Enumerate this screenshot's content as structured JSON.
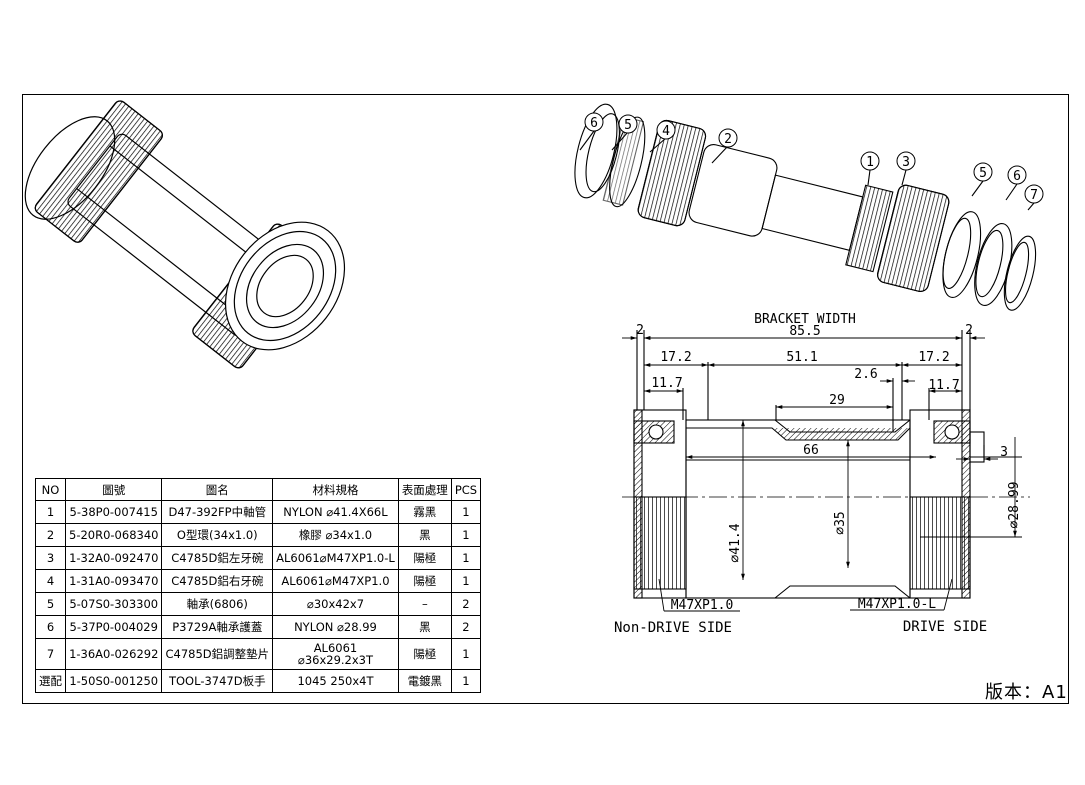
{
  "drawing": {
    "exploded_callouts": [
      "6",
      "5",
      "4",
      "2",
      "1",
      "3",
      "5",
      "6",
      "7"
    ],
    "dimensions": {
      "bracket_width_label": "BRACKET WIDTH",
      "bracket_width": "85.5",
      "flange_left": "2",
      "flange_right": "2",
      "left_cup": "17.2",
      "middle": "51.1",
      "right_cup": "17.2",
      "left_thread": "11.7",
      "right_thread": "11.7",
      "offset": "2.6",
      "inner_span": "29",
      "spindle": "66",
      "lip": "3",
      "dia_outer": "⌀41.4",
      "dia_inner": "⌀35",
      "dia_bore": "⌀28.99"
    },
    "thread_left": "M47XP1.0",
    "thread_right": "M47XP1.0-L",
    "side_left": "Non-DRIVE SIDE",
    "side_right": "DRIVE SIDE"
  },
  "bom": {
    "headers": [
      "NO",
      "圖號",
      "圖名",
      "材料規格",
      "表面處理",
      "PCS"
    ],
    "rows": [
      {
        "no": "1",
        "part": "5-38P0-007415",
        "name": "D47-392FP中軸管",
        "spec": "NYLON ⌀41.4X66L",
        "finish": "霧黑",
        "pcs": "1"
      },
      {
        "no": "2",
        "part": "5-20R0-068340",
        "name": "O型環(34x1.0)",
        "spec": "橡膠 ⌀34x1.0",
        "finish": "黑",
        "pcs": "1"
      },
      {
        "no": "3",
        "part": "1-32A0-092470",
        "name": "C4785D鋁左牙碗",
        "spec": "AL6061⌀M47XP1.0-L",
        "finish": "陽極",
        "pcs": "1"
      },
      {
        "no": "4",
        "part": "1-31A0-093470",
        "name": "C4785D鋁右牙碗",
        "spec": "AL6061⌀M47XP1.0",
        "finish": "陽極",
        "pcs": "1"
      },
      {
        "no": "5",
        "part": "5-07S0-303300",
        "name": "軸承(6806)",
        "spec": "⌀30x42x7",
        "finish": "–",
        "pcs": "2"
      },
      {
        "no": "6",
        "part": "5-37P0-004029",
        "name": "P3729A軸承護蓋",
        "spec": "NYLON ⌀28.99",
        "finish": "黑",
        "pcs": "2"
      },
      {
        "no": "7",
        "part": "1-36A0-026292",
        "name": "C4785D鋁調整墊片",
        "spec": "AL6061",
        "spec2": "⌀36x29.2x3T",
        "finish": "陽極",
        "pcs": "1"
      },
      {
        "no": "選配",
        "part": "1-50S0-001250",
        "name": "TOOL-3747D板手",
        "spec": "1045 250x4T",
        "finish": "電鍍黑",
        "pcs": "1"
      }
    ]
  },
  "version": "版本：A1"
}
